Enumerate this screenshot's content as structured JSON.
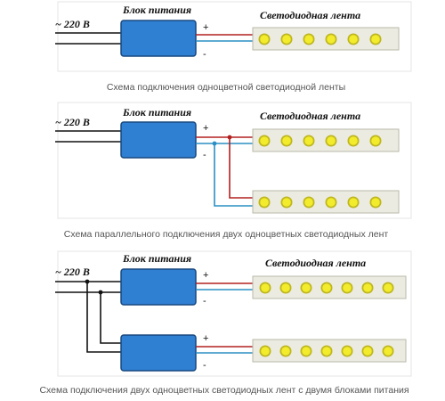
{
  "colors": {
    "psu_fill": "#2f7fd3",
    "psu_stroke": "#18497f",
    "wire_black": "#111111",
    "wire_positive": "#b32020",
    "wire_negative": "#2a8fc4",
    "strip_fill": "#ecebe2",
    "strip_stroke": "#b9b8aa",
    "led_fill": "#f2ec2c",
    "led_ring": "#bdb620",
    "caption_text": "#555555"
  },
  "labels": {
    "mains_voltage": "~ 220 В",
    "power_supply": "Блок питания",
    "led_strip": "Светодиодная лента",
    "positive": "+",
    "negative": "-"
  },
  "icons": {
    "power_supply": "psu-block-icon",
    "led": "led-circle-icon"
  },
  "diagrams": [
    {
      "id": "single-strip",
      "caption": "Схема подключения одноцветной светодиодной ленты",
      "power_supplies": 1,
      "strips": 1,
      "leds_per_strip": 6
    },
    {
      "id": "parallel-strips",
      "caption": "Схема параллельного подключения двух одноцветных светодиодных лент",
      "power_supplies": 1,
      "strips": 2,
      "leds_per_strip": 6
    },
    {
      "id": "two-psu",
      "caption": "Схема подключения двух одноцветных светодиодных лент с двумя блоками питания",
      "power_supplies": 2,
      "strips": 2,
      "leds_per_strip": 7
    }
  ]
}
